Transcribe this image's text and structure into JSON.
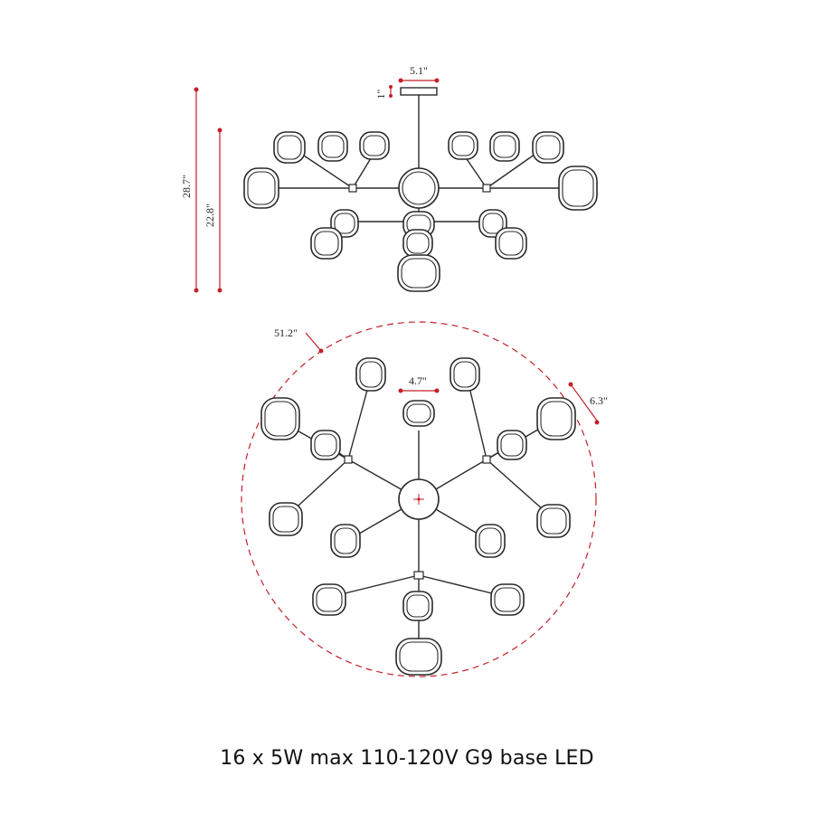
{
  "dimensions": {
    "overall_height": "28.7\"",
    "body_height": "22.8\"",
    "canopy_width": "5.1\"",
    "canopy_height": "1\"",
    "overall_diameter": "51.2\"",
    "shade_width": "4.7\"",
    "shade_depth": "6.3\""
  },
  "spec_line": "16 x 5W max 110-120V G9 base LED",
  "colors": {
    "line": "#2a2a2a",
    "dimension": "#c3202a"
  }
}
